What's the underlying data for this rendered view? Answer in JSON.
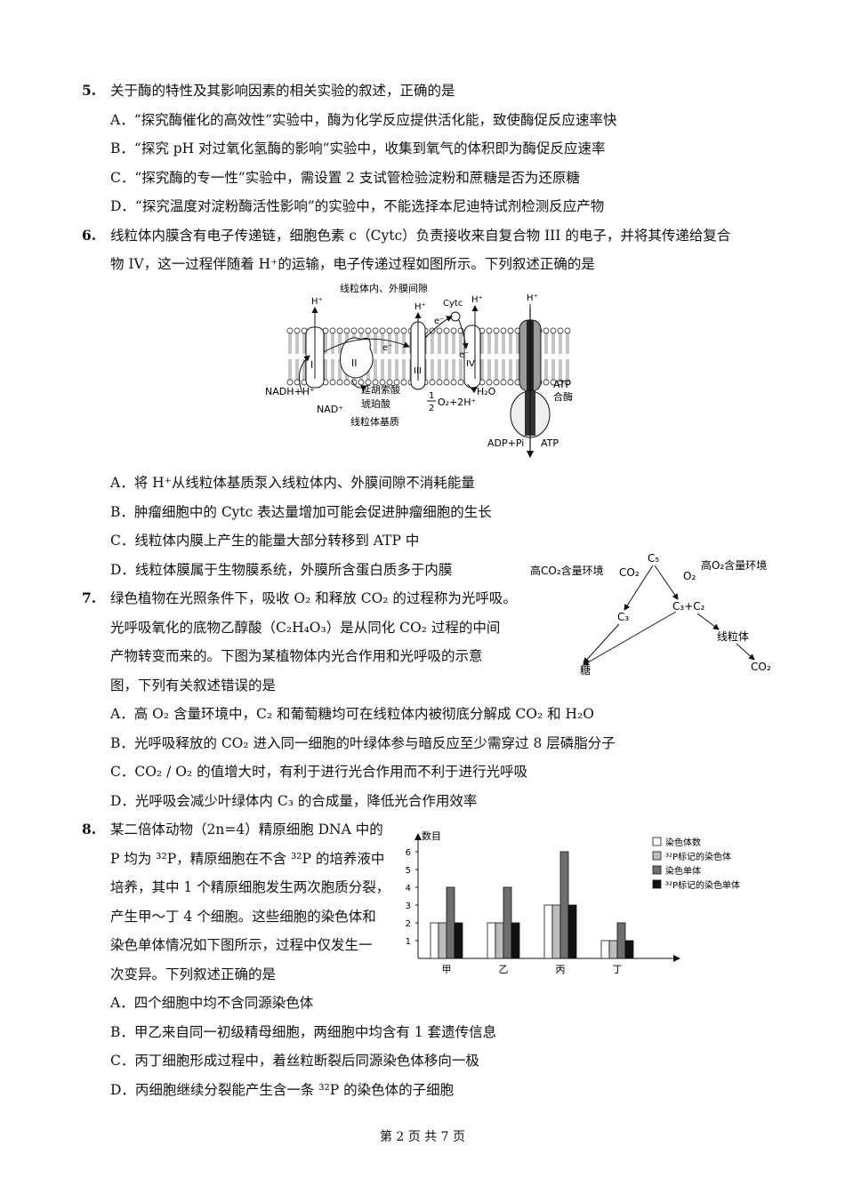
{
  "q5": {
    "num": "5.",
    "stem": "关于酶的特性及其影响因素的相关实验的叙述，正确的是",
    "options": [
      "A．“探究酶催化的高效性”实验中，酶为化学反应提供活化能，致使酶促反应速率快",
      "B．“探究 pH 对过氧化氢酶的影响”实验中，收集到氧气的体积即为酶促反应速率",
      "C．“探究酶的专一性”实验中，需设置 2 支试管检验淀粉和蔗糖是否为还原糖",
      "D．“探究温度对淀粉酶活性影响”的实验中，不能选择本尼迪特试剂检测反应产物"
    ]
  },
  "q6": {
    "num": "6.",
    "stem_l1": "线粒体内膜含有电子传递链，细胞色素 c（Cytc）负责接收来自复合物 III 的电子，并将其传递给复合",
    "stem_l2": "物 IV，这一过程伴随着 H⁺的运输，电子传递过程如图所示。下列叙述正确的是",
    "diagram": {
      "top_label": "线粒体内、外膜间隙",
      "bottom_label": "线粒体基质",
      "hplus": "H⁺",
      "eminus": "e⁻",
      "cytc": "Cytc",
      "complexes": [
        "I",
        "II",
        "III",
        "IV"
      ],
      "nadh": "NADH+H⁺",
      "nad": "NAD⁺",
      "fumarate": "延胡索酸",
      "succinate": "琥珀酸",
      "half": "1",
      "half_den": "2",
      "o2": "O₂+2H⁺",
      "h2o": "H₂O",
      "atp_synthase_l1": "ATP",
      "atp_synthase_l2": "合酶",
      "adp": "ADP+Pi",
      "atp": "ATP"
    },
    "options": [
      "A．将 H⁺从线粒体基质泵入线粒体内、外膜间隙不消耗能量",
      "B．肿瘤细胞中的 Cytc 表达量增加可能会促进肿瘤细胞的生长",
      "C．线粒体内膜上产生的能量大部分转移到 ATP 中",
      "D．线粒体膜属于生物膜系统，外膜所含蛋白质多于内膜"
    ]
  },
  "q7": {
    "num": "7.",
    "stem_lines": [
      "绿色植物在光照条件下，吸收 O₂ 和释放 CO₂ 的过程称为光呼吸。",
      "光呼吸氧化的底物乙醇酸（C₂H₄O₃）是从同化 CO₂ 过程的中间",
      "产物转变而来的。下图为某植物体内光合作用和光呼吸的示意",
      "图，下列有关叙述错误的是"
    ],
    "diagram": {
      "high_co2": "高CO₂含量环境",
      "co2": "CO₂",
      "c5": "C₅",
      "o2": "O₂",
      "high_o2": "高O₂含量环境",
      "c3": "C₃",
      "c3c2": "C₃+C₂",
      "mito": "线粒体",
      "sugar": "糖",
      "co2_out": "CO₂"
    },
    "options": [
      "A．高 O₂ 含量环境中，C₂ 和葡萄糖均可在线粒体内被彻底分解成 CO₂ 和 H₂O",
      "B．光呼吸释放的 CO₂ 进入同一细胞的叶绿体参与暗反应至少需穿过 8 层磷脂分子",
      "C．CO₂ / O₂ 的值增大时，有利于进行光合作用而不利于进行光呼吸",
      "D．光呼吸会减少叶绿体内 C₃ 的合成量，降低光合作用效率"
    ]
  },
  "q8": {
    "num": "8.",
    "stem_lines": [
      "某二倍体动物（2n=4）精原细胞 DNA 中的",
      "P 均为 ³²P，精原细胞在不含 ³²P 的培养液中",
      "培养，其中 1 个精原细胞发生两次胞质分裂，",
      "产生甲～丁 4 个细胞。这些细胞的染色体和",
      "染色单体情况如下图所示，过程中仅发生一",
      "次变异。下列叙述正确的是"
    ],
    "options": [
      "A．四个细胞中均不含同源染色体",
      "B．甲乙来自同一初级精母细胞，两细胞中均含有 1 套遗传信息",
      "C．丙丁细胞形成过程中，着丝粒断裂后同源染色体移向一极",
      "D．丙细胞继续分裂能产生含一条 ³²P 的染色体的子细胞"
    ]
  },
  "chart_data": {
    "type": "bar",
    "ylabel": "数目",
    "categories": [
      "甲",
      "乙",
      "丙",
      "丁"
    ],
    "ylim": [
      0,
      7
    ],
    "yticks": [
      "1",
      "2",
      "3",
      "4",
      "5",
      "6"
    ],
    "series": [
      {
        "name": "染色体数",
        "values": [
          2,
          2,
          3,
          1
        ],
        "color": "#ffffff"
      },
      {
        "name": "³²P标记的染色体",
        "values": [
          2,
          2,
          3,
          1
        ],
        "color": "#bdbdbd"
      },
      {
        "name": "染色单体",
        "values": [
          4,
          4,
          6,
          2
        ],
        "color": "#6e6e6e"
      },
      {
        "name": "³²P标记的染色单体",
        "values": [
          2,
          2,
          3,
          1
        ],
        "color": "#111111"
      }
    ],
    "legend": "top-right"
  },
  "footer": "第 2 页 共 7 页"
}
